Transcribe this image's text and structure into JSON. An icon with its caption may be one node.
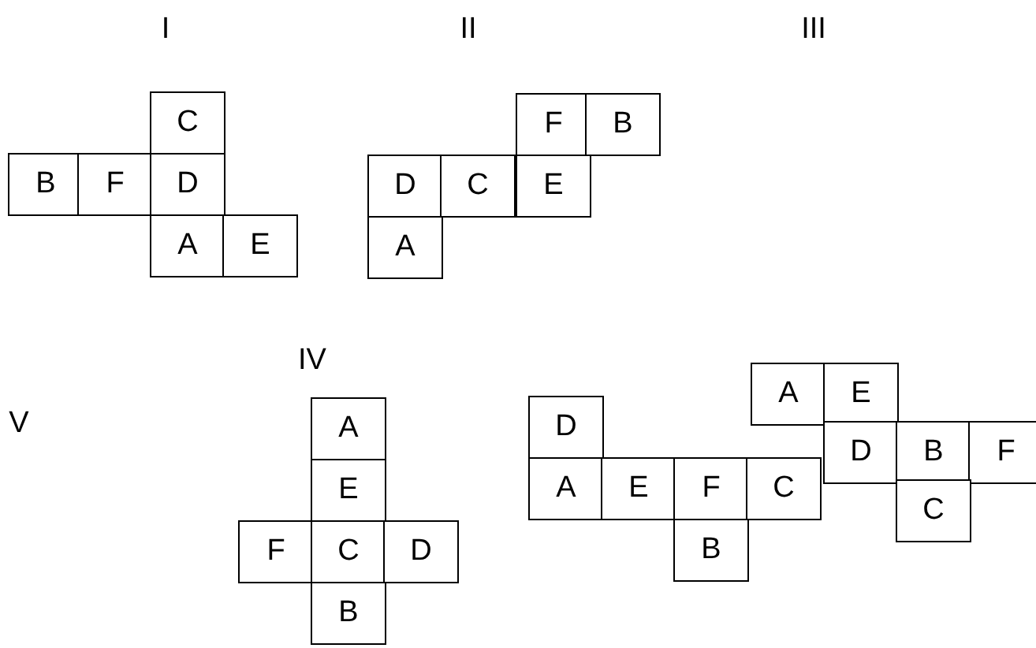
{
  "diagram": {
    "nodes": [
      {
        "text": [
          "C"
        ]
      },
      {
        "text": [
          "B"
        ]
      },
      {
        "text": [
          "F"
        ]
      },
      {
        "text": [
          "D"
        ]
      },
      {
        "text": [
          "A"
        ]
      },
      {
        "text": [
          "E"
        ]
      },
      {
        "text": [
          "F"
        ]
      },
      {
        "text": [
          "B"
        ]
      },
      {
        "text": [
          "D"
        ]
      },
      {
        "text": [
          "C"
        ]
      },
      {
        "text": [
          "E"
        ]
      },
      {
        "text": [
          "A"
        ]
      },
      {
        "text": [
          "A"
        ]
      },
      {
        "text": [
          "E"
        ]
      },
      {
        "text": [
          "F"
        ]
      },
      {
        "text": [
          "C"
        ]
      },
      {
        "text": [
          "D"
        ]
      },
      {
        "text": [
          "B"
        ]
      },
      {
        "text": [
          "D"
        ]
      },
      {
        "text": [
          "A"
        ]
      },
      {
        "text": [
          "E"
        ]
      },
      {
        "text": [
          "F"
        ]
      },
      {
        "text": [
          "C"
        ]
      },
      {
        "text": [
          "B"
        ]
      },
      {
        "text": [
          "A"
        ]
      },
      {
        "text": [
          "E"
        ]
      },
      {
        "text": [
          "D"
        ]
      },
      {
        "text": [
          "B"
        ]
      },
      {
        "text": [
          "F"
        ]
      },
      {
        "text": [
          "C"
        ]
      }
    ],
    "edges": [],
    "labels": [
      "I",
      "II",
      "III",
      "IV",
      "V"
    ]
  }
}
